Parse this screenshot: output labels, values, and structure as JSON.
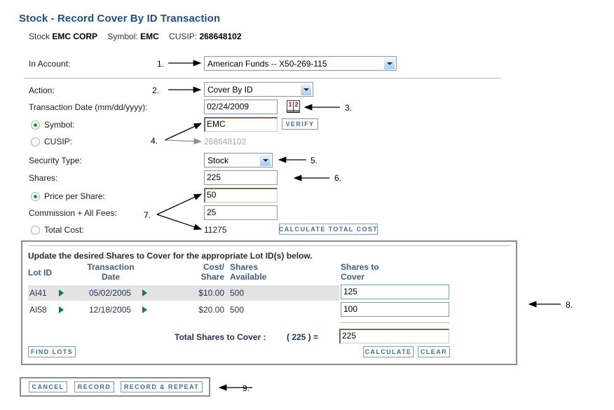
{
  "page": {
    "title": "Stock - Record Cover By ID Transaction",
    "security": {
      "stock_label": "Stock",
      "stock_name": "EMC CORP",
      "symbol_label": "Symbol:",
      "symbol_value": "EMC",
      "cusip_label": "CUSIP:",
      "cusip_value": "268648102"
    }
  },
  "form": {
    "in_account_label": "In Account:",
    "in_account_value": "American Funds -- X50-269-115",
    "action_label": "Action:",
    "action_value": "Cover By ID",
    "transaction_date_label": "Transaction Date (mm/dd/yyyy):",
    "transaction_date_value": "02/24/2009",
    "calendar_digit_1": "1",
    "calendar_digit_2": "2",
    "symbol_radio_label": "Symbol:",
    "symbol_input_value": "EMC",
    "verify_button": "VERIFY",
    "cusip_radio_label": "CUSIP:",
    "cusip_static_value": "268648102",
    "security_type_label": "Security Type:",
    "security_type_value": "Stock",
    "shares_label": "Shares:",
    "shares_value": "225",
    "price_per_share_label": "Price per Share:",
    "price_per_share_value": "50",
    "commission_label": "Commission + All Fees:",
    "commission_value": "25",
    "total_cost_label": "Total Cost:",
    "total_cost_value": "11275",
    "calculate_total_cost_button": "CALCULATE TOTAL COST"
  },
  "lots": {
    "instruction": "Update the desired Shares to Cover for the appropriate Lot ID(s) below.",
    "headers": {
      "lot_id": "Lot ID",
      "transaction_date_l1": "Transaction",
      "transaction_date_l2": "Date",
      "cost_share_l1": "Cost/",
      "cost_share_l2": "Share",
      "shares_available_l1": "Shares",
      "shares_available_l2": "Available",
      "shares_to_cover_l1": "Shares to",
      "shares_to_cover_l2": "Cover"
    },
    "rows": [
      {
        "lot_id": "AI41",
        "transaction_date": "05/02/2005",
        "cost_share": "$10.00",
        "shares_available": "500",
        "shares_to_cover": "125"
      },
      {
        "lot_id": "AI58",
        "transaction_date": "12/18/2005",
        "cost_share": "$20.00",
        "shares_available": "500",
        "shares_to_cover": "100"
      }
    ],
    "total_label": "Total Shares to Cover :",
    "total_paren": "( 225 ) =",
    "total_value": "225",
    "find_lots_button": "FIND LOTS",
    "calculate_button": "CALCULATE",
    "clear_button": "CLEAR"
  },
  "actions": {
    "cancel_button": "CANCEL",
    "record_button": "RECORD",
    "record_repeat_button": "RECORD & REPEAT"
  },
  "annotations": [
    {
      "id": "1",
      "text": "1."
    },
    {
      "id": "2",
      "text": "2."
    },
    {
      "id": "3",
      "text": "3."
    },
    {
      "id": "4",
      "text": "4."
    },
    {
      "id": "5",
      "text": "5."
    },
    {
      "id": "6",
      "text": "6."
    },
    {
      "id": "7",
      "text": "7."
    },
    {
      "id": "8",
      "text": "8."
    },
    {
      "id": "9",
      "text": "9."
    }
  ],
  "colors": {
    "title_blue": "#1f4e8c",
    "header_steel": "#3e5f85",
    "button_blue": "#3a6ea5",
    "triangle_green": "#0a7a63",
    "row_highlight": "#e3e3e3"
  }
}
